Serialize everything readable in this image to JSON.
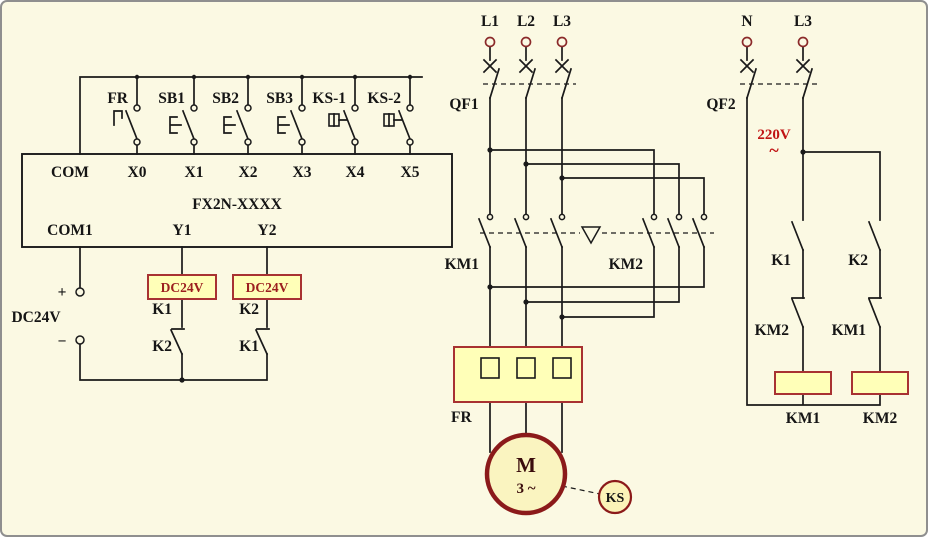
{
  "colors": {
    "background": "#fbf9e3",
    "wire": "#1a1a1a",
    "terminal_red": "#8b2a2a",
    "highlight_fill": "#ffffb8",
    "highlight_border": "#a83232",
    "accent_red": "#c01414",
    "motor_ring": "#8b1a1a"
  },
  "plc": {
    "model": "FX2N-XXXX",
    "com_top": "COM",
    "com_bottom": "COM1",
    "inputs": [
      "X0",
      "X1",
      "X2",
      "X3",
      "X4",
      "X5"
    ],
    "outputs": [
      "Y1",
      "Y2"
    ],
    "devices": [
      "FR",
      "SB1",
      "SB2",
      "SB3",
      "KS-1",
      "KS-2"
    ],
    "supply": {
      "label": "DC24V",
      "plus": "+",
      "minus": "−"
    },
    "relays": [
      {
        "box": "DC24V",
        "coil": "K1",
        "interlock": "K2"
      },
      {
        "box": "DC24V",
        "coil": "K2",
        "interlock": "K1"
      }
    ]
  },
  "power": {
    "phases": [
      "L1",
      "L2",
      "L3"
    ],
    "breaker": "QF1",
    "contactor_left": "KM1",
    "contactor_right": "KM2",
    "overload": "FR",
    "motor": {
      "letter": "M",
      "phase": "3 ~"
    },
    "speed_switch": "KS"
  },
  "control": {
    "neutral": "N",
    "phase": "L3",
    "breaker": "QF2",
    "voltage": "220V",
    "tilde": "~",
    "branches": [
      {
        "contact": "K1",
        "interlock": "KM2",
        "coil_label": "KM1"
      },
      {
        "contact": "K2",
        "interlock": "KM1",
        "coil_label": "KM2"
      }
    ]
  }
}
